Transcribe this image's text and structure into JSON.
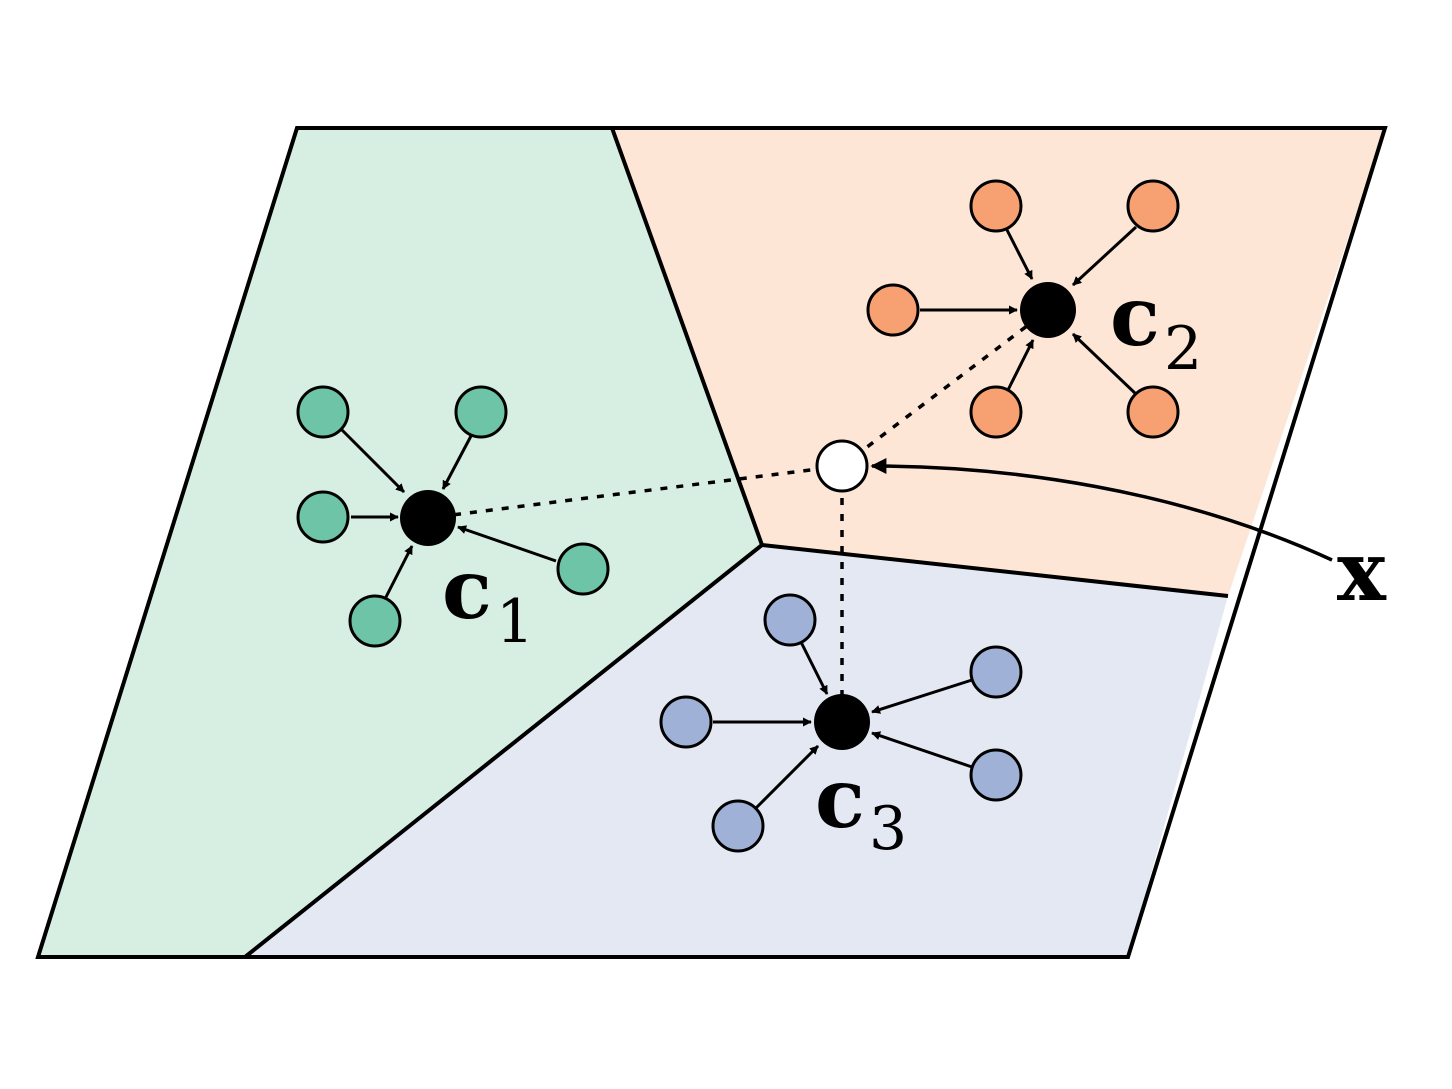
{
  "colors": {
    "region_green": "#d7eee3",
    "region_orange": "#fde6d6",
    "region_blue": "#e4e8f3",
    "point_green": "#6ec4a7",
    "point_orange": "#f7a172",
    "point_blue": "#9fb1d7",
    "centroid": "#000000",
    "query_point": "#ffffff"
  },
  "labels": {
    "c1": {
      "main": "c",
      "sub": "1"
    },
    "c2": {
      "main": "c",
      "sub": "2"
    },
    "c3": {
      "main": "c",
      "sub": "3"
    },
    "x": "x"
  }
}
